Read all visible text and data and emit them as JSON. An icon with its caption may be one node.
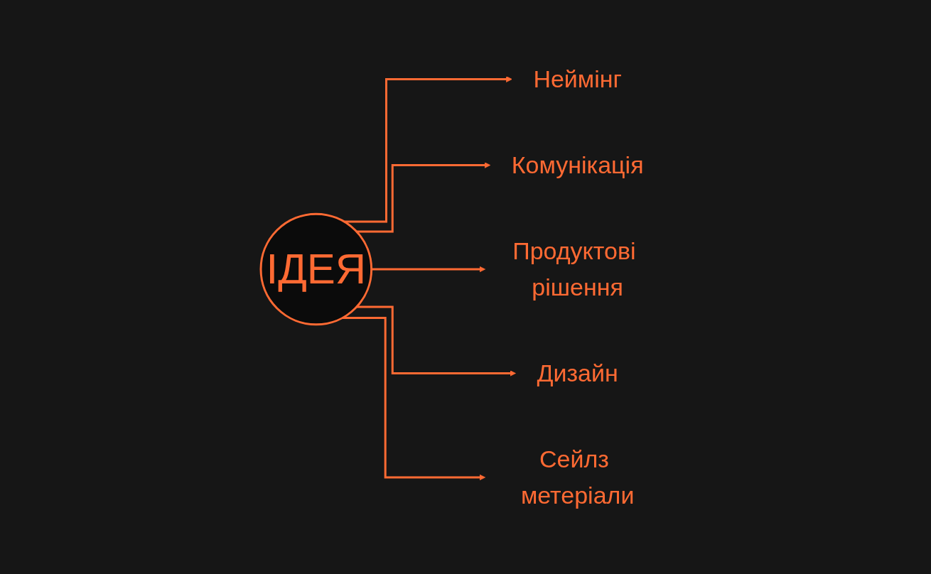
{
  "diagram": {
    "nodes": [
      {
        "text": [
          "Неймінг"
        ]
      },
      {
        "text": [
          "Комунікація"
        ]
      },
      {
        "text": [
          "ІДЕЯ"
        ]
      },
      {
        "text": [
          "Продуктові рішення"
        ]
      },
      {
        "text": [
          "Дизайн"
        ]
      },
      {
        "text": [
          "Сейлз метеріали"
        ]
      }
    ],
    "edges": [
      {
        "from": 2,
        "to": 0,
        "arrow": "to"
      },
      {
        "from": 2,
        "to": 1,
        "arrow": "to"
      },
      {
        "from": 2,
        "to": 3,
        "arrow": "to"
      },
      {
        "from": 2,
        "to": 4,
        "arrow": "to"
      },
      {
        "from": 2,
        "to": 5,
        "arrow": "to"
      }
    ]
  }
}
